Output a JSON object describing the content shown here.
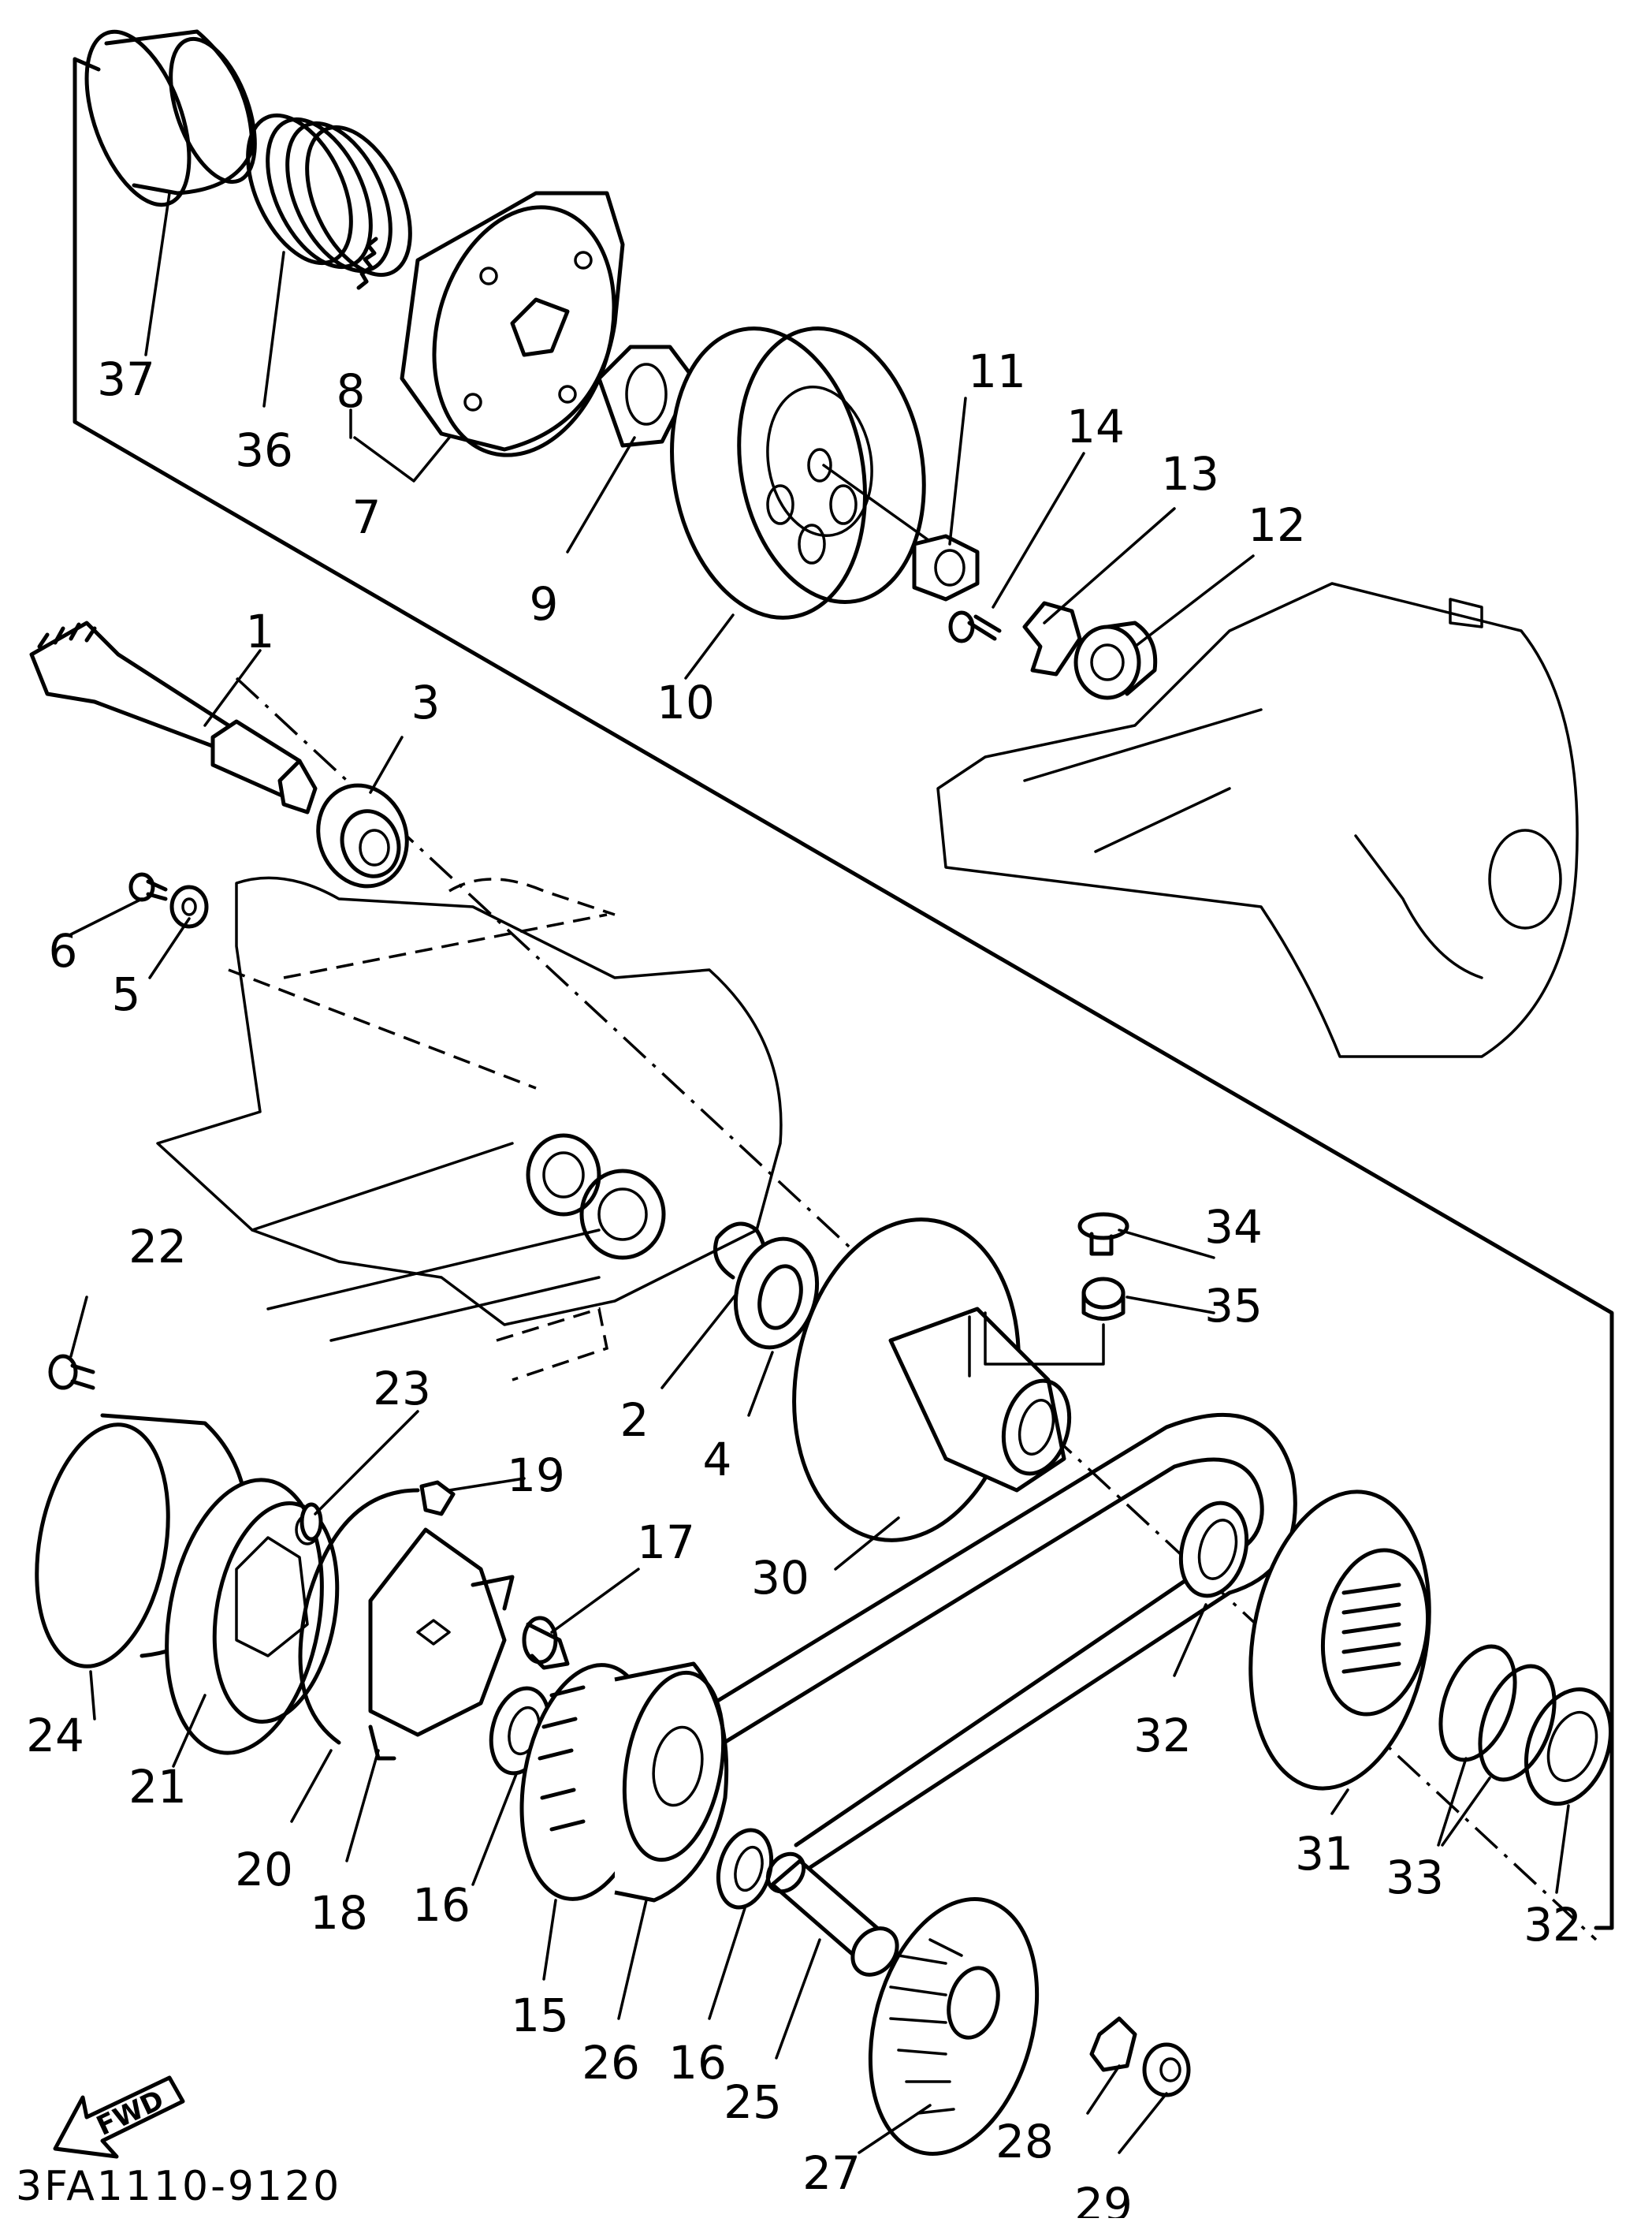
{
  "labels": [
    "1",
    "2",
    "3",
    "4",
    "5",
    "6",
    "7",
    "8",
    "9",
    "10",
    "11",
    "12",
    "13",
    "14",
    "15",
    "16",
    "16",
    "17",
    "18",
    "19",
    "20",
    "21",
    "22",
    "23",
    "24",
    "25",
    "26",
    "27",
    "28",
    "29",
    "30",
    "31",
    "32",
    "32",
    "33",
    "34",
    "35",
    "36",
    "37"
  ],
  "fwd_text": "FWD",
  "diagram_code": "3FA1110-9120"
}
